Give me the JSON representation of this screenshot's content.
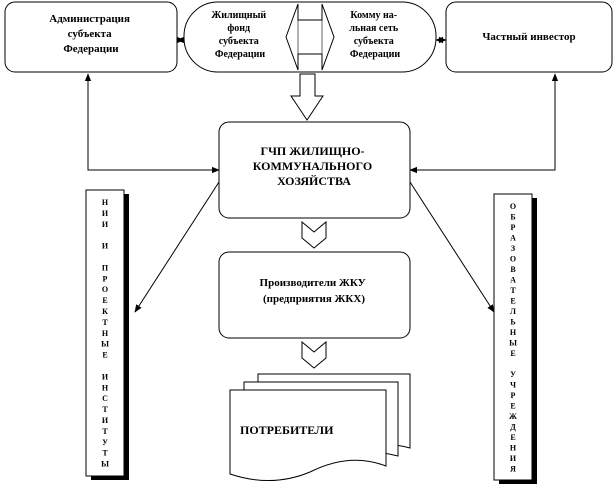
{
  "nodes": {
    "admin": [
      "Администрация",
      "субъекта",
      "Федерации"
    ],
    "housing_fund": [
      "Жилищный",
      "фонд",
      "субъекта",
      "Федерации"
    ],
    "communal_network": [
      "Комму на-",
      "льная сеть",
      "субъекта",
      "Федерации"
    ],
    "investor": [
      "Частный инвестор"
    ],
    "ppp": [
      "ГЧП ЖИЛИЩНО-",
      "КОММУНАЛЬНОГО",
      "ХОЗЯЙСТВА"
    ],
    "producers": [
      "Производители ЖКУ",
      "(предприятия ЖКХ)"
    ],
    "consumers": [
      "ПОТРЕБИТЕЛИ"
    ],
    "research_institutes": [
      "Н",
      "И",
      "И",
      "",
      "И",
      "",
      "П",
      "Р",
      "О",
      "Е",
      "К",
      "Т",
      "Н",
      "Ы",
      "Е",
      "",
      "И",
      "Н",
      "С",
      "Т",
      "И",
      "Т",
      "У",
      "Т",
      "Ы"
    ],
    "educational_institutions": [
      "О",
      "Б",
      "Р",
      "А",
      "З",
      "О",
      "В",
      "А",
      "Т",
      "Е",
      "Л",
      "Ь",
      "Н",
      "Ы",
      "Е",
      "",
      "У",
      "Ч",
      "Р",
      "Е",
      "Ж",
      "Д",
      "Е",
      "Н",
      "И",
      "Я"
    ]
  },
  "colors": {
    "line": "#000000",
    "background": "#ffffff",
    "shadow": "#000000"
  }
}
